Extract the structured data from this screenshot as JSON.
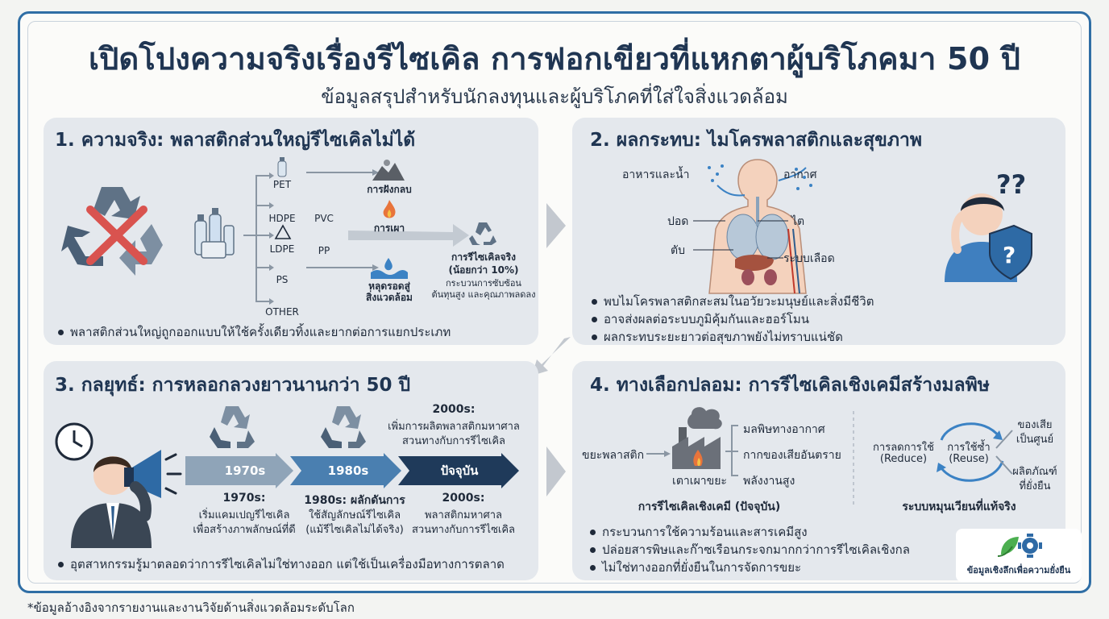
{
  "header": {
    "title": "เปิดโปงความจริงเรื่องรีไซเคิล การฟอกเขียวที่แหกตาผู้บริโภคมา 50 ปี",
    "subtitle": "ข้อมูลสรุปสำหรับนักลงทุนและผู้บริโภคที่ใส่ใจสิ่งแวดล้อม"
  },
  "panel1": {
    "heading": "1. ความจริง: พลาสติกส่วนใหญ่รีไซเคิลไม่ได้",
    "plastics": [
      "PET",
      "HDPE",
      "PVC",
      "LDPE",
      "PP",
      "PS",
      "OTHER"
    ],
    "outcomes": {
      "landfill": "การฝังกลบ",
      "burn": "การเผา",
      "leak_line1": "หลุดรอดสู่",
      "leak_line2": "สิ่งแวดล้อม"
    },
    "recycled": {
      "line1": "การรีไซเคิลจริง",
      "line2": "(น้อยกว่า 10%)",
      "line3": "กระบวนการซับซ้อน",
      "line4": "ต้นทุนสูง และคุณภาพลดลง"
    },
    "bullet": "พลาสติกส่วนใหญ่ถูกออกแบบให้ใช้ครั้งเดียวทิ้งและยากต่อการแยกประเภท"
  },
  "panel2": {
    "heading": "2. ผลกระทบ: ไมโครพลาสติกและสุขภาพ",
    "labels": {
      "food": "อาหารและน้ำ",
      "air": "อากาศ",
      "lung": "ปอด",
      "kidney": "ไต",
      "liver": "ตับ",
      "blood": "ระบบเลือด"
    },
    "bullets": [
      "พบไมโครพลาสติกสะสมในอวัยวะมนุษย์และสิ่งมีชีวิต",
      "อาจส่งผลต่อระบบภูมิคุ้มกันและฮอร์โมน",
      "ผลกระทบระยะยาวต่อสุขภาพยังไม่ทราบแน่ชัด"
    ]
  },
  "panel3": {
    "heading": "3. กลยุทธ์: การหลอกลวงยาวนานกว่า 50 ปี",
    "timeline": [
      "1970s",
      "1980s",
      "ปัจจุบัน"
    ],
    "top_note_title": "2000s:",
    "top_note_line1": "เพิ่มการผลิตพลาสติกมหาศาล",
    "top_note_line2": "สวนทางกับการรีไซเคิล",
    "notes": [
      {
        "title": "1970s:",
        "line1": "เริ่มแคมเปญรีไซเคิล",
        "line2": "เพื่อสร้างภาพลักษณ์ที่ดี"
      },
      {
        "title": "1980s: ผลักดันการ",
        "line1": "ใช้สัญลักษณ์รีไซเคิล",
        "line2": "(แม้รีไซเคิลไม่ได้จริง)"
      },
      {
        "title": "2000s:",
        "line1": "พลาสติกมหาศาล",
        "line2": "สวนทางกับการรีไซเคิล"
      }
    ],
    "bullet": "อุตสาหกรรมรู้มาตลอดว่าการรีไซเคิลไม่ใช่ทางออก แต่ใช้เป็นเครื่องมือทางการตลาด"
  },
  "panel4": {
    "heading": "4. ทางเลือกปลอม: การรีไซเคิลเชิงเคมีสร้างมลพิษ",
    "input": "ขยะพลาสติก",
    "factory": "เตาเผาขยะ",
    "outputs": [
      "มลพิษทางอากาศ",
      "กากของเสียอันตราย",
      "พลังงานสูง"
    ],
    "chem_caption": "การรีไซเคิลเชิงเคมี (ปัจจุบัน)",
    "reduce_line1": "การลดการใช้",
    "reduce_line2": "(Reduce)",
    "reuse_line1": "การใช้ซ้ำ",
    "reuse_line2": "(Reuse)",
    "zero_line1": "ของเสีย",
    "zero_line2": "เป็นศูนย์",
    "sustain_line1": "ผลิตภัณฑ์",
    "sustain_line2": "ที่ยั่งยืน",
    "circular_caption": "ระบบหมุนเวียนที่แท้จริง",
    "bullets": [
      "กระบวนการใช้ความร้อนและสารเคมีสูง",
      "ปล่อยสารพิษและก๊าซเรือนกระจกมากกว่าการรีไซเคิลเชิงกล",
      "ไม่ใช่ทางออกที่ยั่งยืนในการจัดการขยะ"
    ]
  },
  "badge": "ข้อมูลเชิงลึกเพื่อความยั่งยืน",
  "footnote": "*ข้อมูลอ้างอิงจากรายงานและงานวิจัยด้านสิ่งแวดล้อมระดับโลก",
  "colors": {
    "title": "#1f3552",
    "frame": "#2f6ea5",
    "panel": "#e4e8ed",
    "timeline_1": "#8fa4b8",
    "timeline_2": "#4a7fb0",
    "timeline_3": "#1f3a5a",
    "cross": "#d9534f"
  }
}
